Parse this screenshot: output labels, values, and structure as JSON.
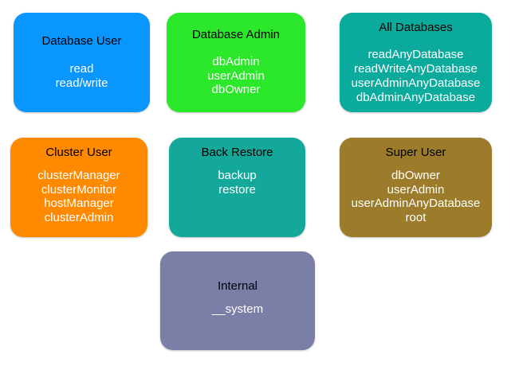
{
  "colors": {
    "database_user": "#0a96ff",
    "database_admin": "#2be82a",
    "all_databases": "#0aab9d",
    "cluster_user": "#ff8a00",
    "back_restore": "#14a89a",
    "super_user": "#9c7c2a",
    "internal": "#7b7ea6"
  },
  "cards": {
    "database_user": {
      "title": "Database User",
      "roles": [
        "read",
        "read/write"
      ]
    },
    "database_admin": {
      "title": "Database Admin",
      "roles": [
        "dbAdmin",
        "userAdmin",
        "dbOwner"
      ]
    },
    "all_databases": {
      "title": "All Databases",
      "roles": [
        "readAnyDatabase",
        "readWriteAnyDatabase",
        "userAdminAnyDatabase",
        "dbAdminAnyDatabase"
      ]
    },
    "cluster_user": {
      "title": "Cluster User",
      "roles": [
        "clusterManager",
        "clusterMonitor",
        "hostManager",
        "clusterAdmin"
      ]
    },
    "back_restore": {
      "title": "Back Restore",
      "roles": [
        "backup",
        "restore"
      ]
    },
    "super_user": {
      "title": "Super User",
      "roles": [
        "dbOwner",
        "userAdmin",
        "userAdminAnyDatabase",
        "root"
      ]
    },
    "internal": {
      "title": "Internal",
      "roles": [
        "__system"
      ]
    }
  }
}
